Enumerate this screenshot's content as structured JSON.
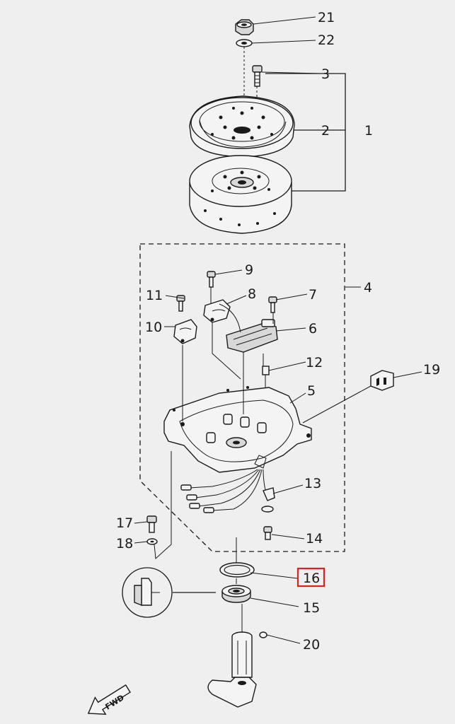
{
  "callouts": [
    {
      "id": "c21",
      "text": "21"
    },
    {
      "id": "c22",
      "text": "22"
    },
    {
      "id": "c3",
      "text": "3"
    },
    {
      "id": "c2",
      "text": "2"
    },
    {
      "id": "c1",
      "text": "1"
    },
    {
      "id": "c9",
      "text": "9"
    },
    {
      "id": "c4",
      "text": "4"
    },
    {
      "id": "c11",
      "text": "11"
    },
    {
      "id": "c8",
      "text": "8"
    },
    {
      "id": "c7",
      "text": "7"
    },
    {
      "id": "c10",
      "text": "10"
    },
    {
      "id": "c6",
      "text": "6"
    },
    {
      "id": "c12",
      "text": "12"
    },
    {
      "id": "c19",
      "text": "19"
    },
    {
      "id": "c5",
      "text": "5"
    },
    {
      "id": "c13",
      "text": "13"
    },
    {
      "id": "c17",
      "text": "17"
    },
    {
      "id": "c14",
      "text": "14"
    },
    {
      "id": "c18",
      "text": "18"
    },
    {
      "id": "c16",
      "text": "16"
    },
    {
      "id": "c15",
      "text": "15"
    },
    {
      "id": "c20",
      "text": "20"
    }
  ],
  "highlight": {
    "callout": "16",
    "color": "#e0201b"
  },
  "fwd_label": "FWD"
}
